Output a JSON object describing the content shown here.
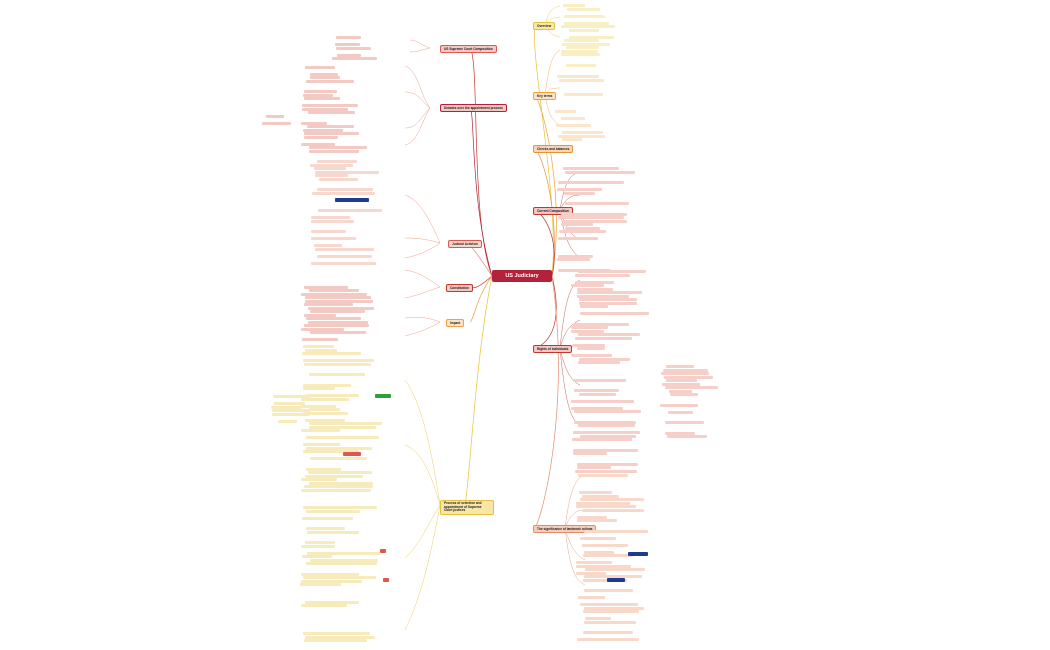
{
  "root": {
    "label": "US Judiciary"
  },
  "branches": [
    {
      "id": "3c",
      "label": "US Supreme Court Composition",
      "color": "#e0574e"
    },
    {
      "id": "debate",
      "label": "Debates over the appointment process",
      "color": "#b3223a"
    },
    {
      "id": "judicial",
      "label": "Judicial Activism",
      "color": "#e0574e"
    },
    {
      "id": "roles",
      "label": "Key terms",
      "color": "#f0a040"
    },
    {
      "id": "constitution",
      "label": "Constitution",
      "color": "#e0574e"
    },
    {
      "id": "checks",
      "label": "Checks and balances",
      "color": "#c62828"
    },
    {
      "id": "current",
      "label": "Current Composition",
      "color": "#c0392b"
    },
    {
      "id": "rights",
      "label": "Rights of individuals",
      "color": "#c0392b"
    },
    {
      "id": "overview",
      "label": "Overview",
      "color": "#f0c040"
    },
    {
      "id": "process",
      "label": "Process of selection and appointment of Supreme Court justices",
      "color": "#f2d27a"
    },
    {
      "id": "significance",
      "label": "The significance of landmark rulings",
      "color": "#e58b6e"
    },
    {
      "id": "impact",
      "label": "Impact",
      "color": "#f0a040"
    }
  ],
  "colors": {
    "root": "#b3223a",
    "link_red": "#c0392b",
    "link_orange": "#e8913a",
    "link_yellow": "#e6c23a",
    "text": "#333333"
  }
}
